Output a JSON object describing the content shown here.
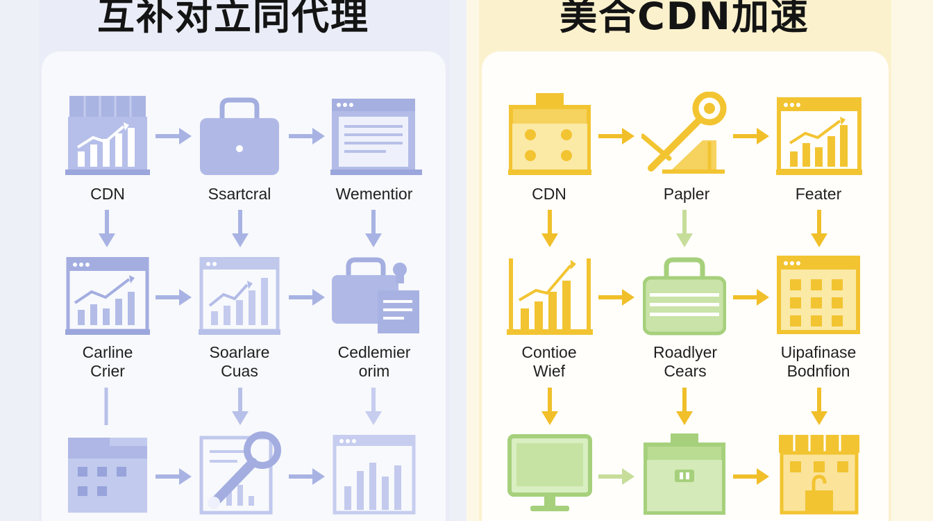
{
  "panels": {
    "left": {
      "title": "互补对立同代理",
      "labels": {
        "r1c1": "CDN",
        "r1c2": "Ssartcral",
        "r1c3": "Wementior",
        "r2c1": "Carline\nCrier",
        "r2c2": "Soarlare\nCuas",
        "r2c3": "Cedlemier\norim"
      },
      "colors": {
        "icon": "#9aa6dc",
        "icon_light": "#b7c0e8",
        "arrow": "#a8b3e3"
      }
    },
    "right": {
      "title": "美合CDN加速",
      "labels": {
        "r1c1": "CDN",
        "r1c2": "Papler",
        "r1c3": "Feater",
        "r2c1": "Contioe\nWief",
        "r2c2": "Roadlyer\nCears",
        "r2c3": "Uipafinase\nBodnfion"
      },
      "colors": {
        "icon": "#f2c431",
        "green": "#a6d07c",
        "arrow": "#f0bf2a"
      }
    }
  },
  "icons": {
    "left": [
      "store-chart-icon",
      "briefcase-icon",
      "browser-document-icon",
      "chart-window-icon",
      "chart-window-icon",
      "briefcase-document-icon",
      "calendar-grid-icon",
      "document-wrench-icon",
      "bar-chart-window-icon"
    ],
    "right": [
      "store-dots-icon",
      "wrench-icon",
      "chart-window-icon",
      "bar-chart-icon",
      "briefcase-icon",
      "calendar-grid-icon",
      "monitor-icon",
      "box-icon",
      "storefront-icon"
    ]
  }
}
